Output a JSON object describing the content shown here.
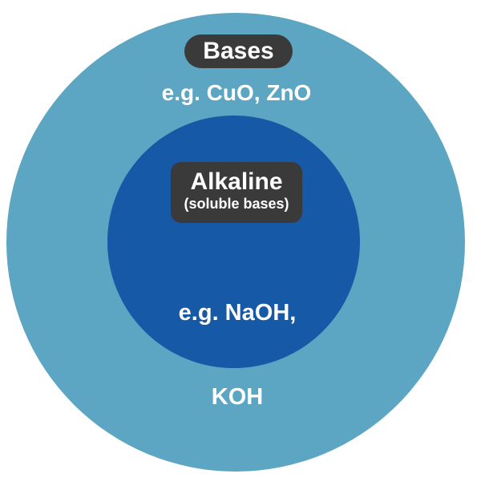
{
  "diagram": {
    "type": "nested-circle-diagram",
    "background_color": "#ffffff",
    "label_box_color": "#3a3a3a",
    "text_color": "#ffffff",
    "outer_set": {
      "label": "Bases",
      "examples": "e.g. CuO, ZnO",
      "fill_color": "#5ca6c3"
    },
    "inner_set": {
      "label": "Alkaline",
      "sublabel": "(soluble bases)",
      "examples_line1": "e.g. NaOH,",
      "examples_line2": "KOH",
      "fill_color": "#1659a6"
    }
  }
}
